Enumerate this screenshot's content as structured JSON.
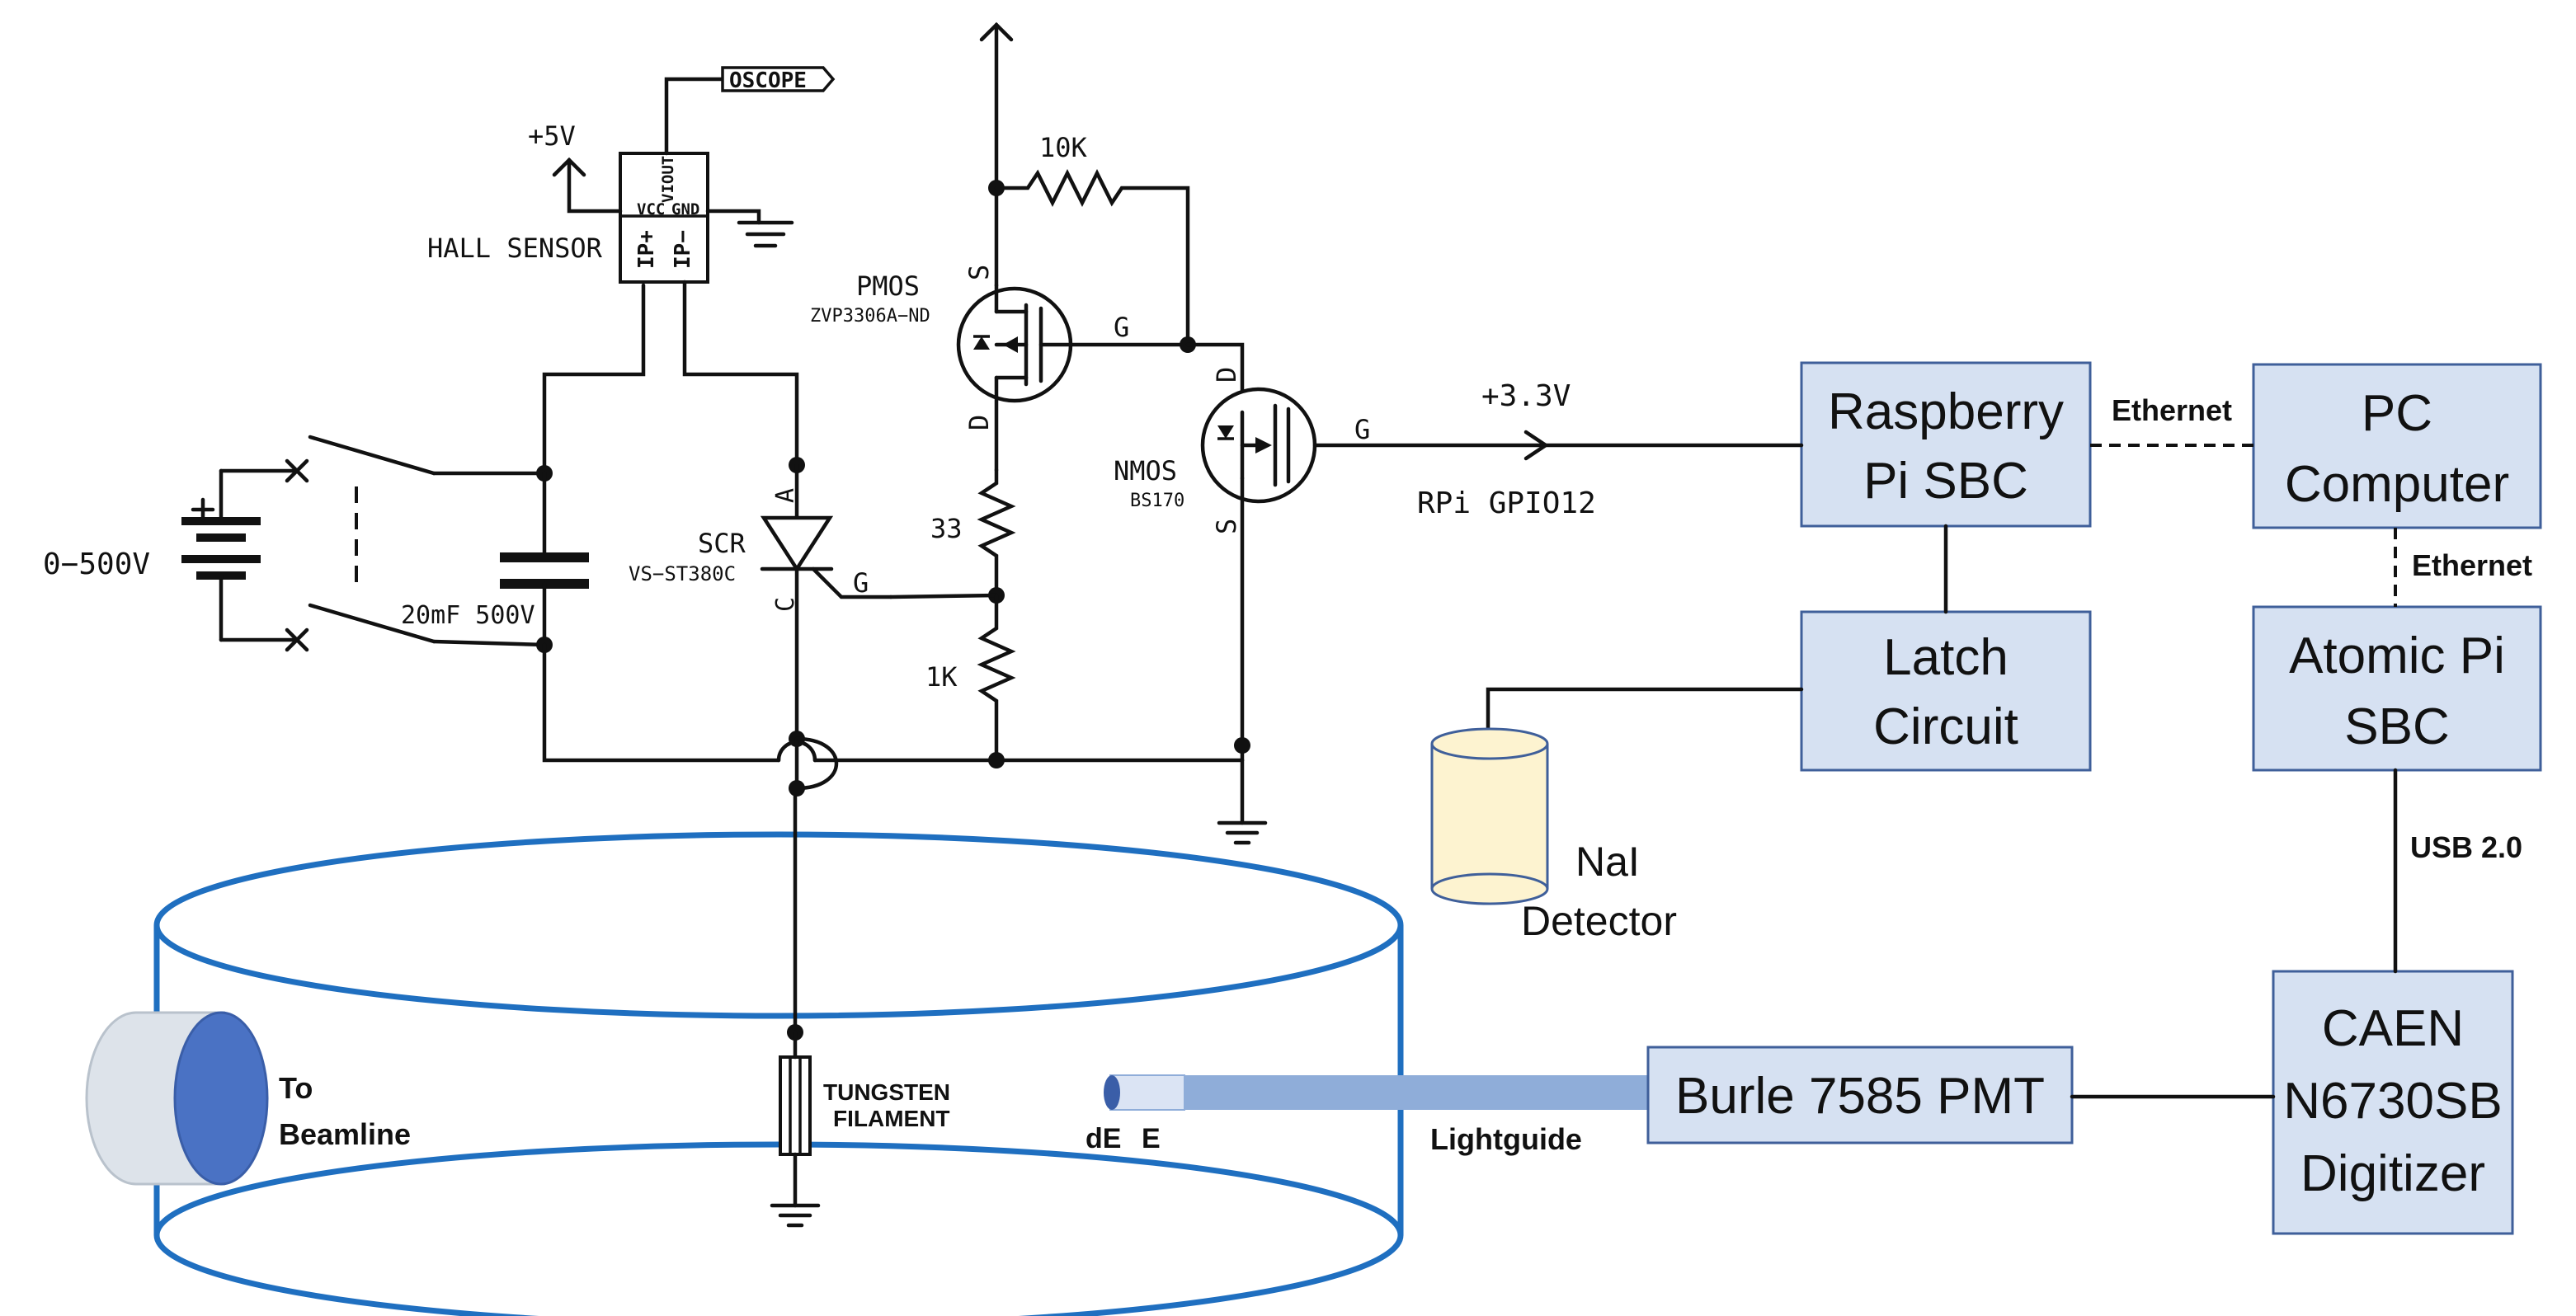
{
  "circuit": {
    "oscope": "OSCOPE",
    "vcc5": "+5V",
    "hall_sensor": "HALL SENSOR",
    "hall_pins": {
      "vcc": "VCC",
      "viout": "VIOUT",
      "gnd": "GND",
      "ip_plus": "IP+",
      "ip_minus": "IP−"
    },
    "supply": "0−500V",
    "capacitor": "20mF 500V",
    "scr_name": "SCR",
    "scr_part": "VS−ST380C",
    "anode": "A",
    "cathode": "C",
    "gate_scr": "G",
    "pmos_name": "PMOS",
    "pmos_part": "ZVP3306A−ND",
    "pmos_s": "S",
    "pmos_d": "D",
    "pmos_g": "G",
    "r10k": "10K",
    "r33": "33",
    "r1k": "1K",
    "nmos_name": "NMOS",
    "nmos_part": "BS170",
    "nmos_d": "D",
    "nmos_s": "S",
    "nmos_g": "G",
    "v33": "+3.3V",
    "gpio": "RPi GPIO12",
    "tungsten": [
      "TUNGSTEN",
      "FILAMENT"
    ]
  },
  "blocks": {
    "raspberry": [
      "Raspberry",
      "Pi SBC"
    ],
    "pc": [
      "PC",
      "Computer"
    ],
    "latch": [
      "Latch",
      "Circuit"
    ],
    "atomic": [
      "Atomic Pi",
      "SBC"
    ],
    "caen": [
      "CAEN",
      "N6730SB",
      "Digitizer"
    ],
    "pmt": "Burle 7585 PMT"
  },
  "links": {
    "ethernet_h": "Ethernet",
    "ethernet_v": "Ethernet",
    "usb": "USB 2.0",
    "lightguide": "Lightguide"
  },
  "labels": {
    "nai": [
      "NaI",
      "Detector"
    ],
    "beamline": [
      "To",
      "Beamline"
    ],
    "de": "dE",
    "e": "E"
  },
  "colors": {
    "block_fill": "#d6e1f2",
    "block_border": "#3f5f9a",
    "chamber": "#1f6fc0",
    "lightguide": "#8fadd9",
    "nai_fill": "#fdf3d0",
    "beam_port": "#4a72c4"
  }
}
